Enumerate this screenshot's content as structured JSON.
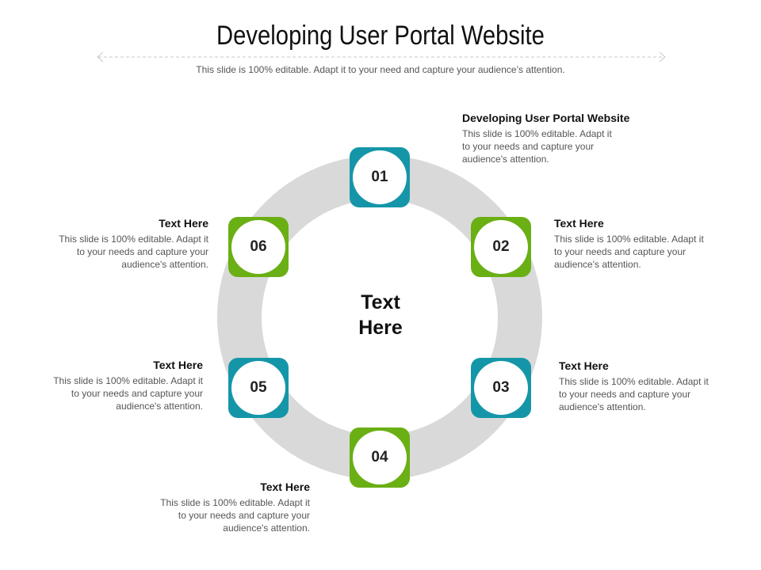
{
  "slide": {
    "title": "Developing User Portal Website",
    "subtitle": "This slide is 100% editable. Adapt it to your need and capture your audience’s attention.",
    "center_text_line1": "Text",
    "center_text_line2": "Here"
  },
  "colors": {
    "teal": "#1596a8",
    "green": "#6aaf14",
    "ring": "#d9d9d9"
  },
  "steps": [
    {
      "number": "01",
      "heading": "Developing User Portal Website",
      "body": [
        "This slide is 100% editable. Adapt it",
        "to your needs and capture your",
        "audience's attention."
      ]
    },
    {
      "number": "02",
      "heading": "Text Here",
      "body": [
        "This slide is 100% editable. Adapt it",
        "to your needs and capture your",
        "audience's attention."
      ]
    },
    {
      "number": "03",
      "heading": "Text Here",
      "body": [
        "This slide is 100% editable. Adapt it",
        "to your needs and capture your",
        "audience's attention."
      ]
    },
    {
      "number": "04",
      "heading": "Text Here",
      "body": [
        "This slide is 100% editable. Adapt it",
        "to your needs and capture your",
        "audience's attention."
      ]
    },
    {
      "number": "05",
      "heading": "Text Here",
      "body": [
        "This slide is 100% editable. Adapt it",
        "to your needs and capture your",
        "audience's attention."
      ]
    },
    {
      "number": "06",
      "heading": "Text Here",
      "body": [
        "This slide is 100% editable. Adapt it",
        "to your needs and capture your",
        "audience's attention."
      ]
    }
  ]
}
